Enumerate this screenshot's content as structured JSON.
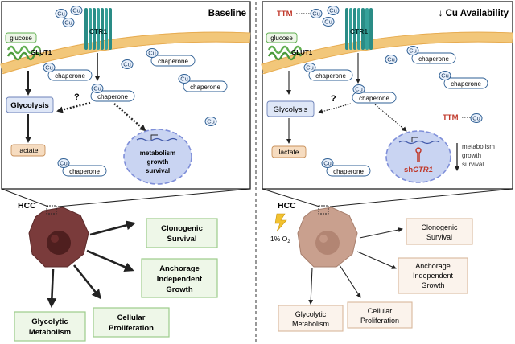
{
  "left": {
    "title": "Baseline",
    "transporter": "CTR1",
    "glut": "GLUT1",
    "glucose": "glucose",
    "cu": "Cu",
    "chaperone": "chaperone",
    "glycolysis": "Glycolysis",
    "lactate": "lactate",
    "question": "?",
    "nucleus_lines": [
      "metabolism",
      "growth",
      "survival"
    ],
    "hcc": "HCC",
    "outcomes": {
      "clonogenic": [
        "Clonogenic",
        "Survival"
      ],
      "anchorage": [
        "Anchorage",
        "Independent",
        "Growth"
      ],
      "glycolytic": [
        "Glycolytic",
        "Metabolism"
      ],
      "proliferation": [
        "Cellular",
        "Proliferation"
      ]
    }
  },
  "right": {
    "title": "↓ Cu Availability",
    "ttm": "TTM",
    "transporter": "CTR1",
    "glut": "GLUT1",
    "glucose": "glucose",
    "cu": "Cu",
    "chaperone": "chaperone",
    "glycolysis": "Glycolysis",
    "lactate": "lactate",
    "question": "?",
    "nucleus_lines": [
      "metabolism",
      "growth",
      "survival"
    ],
    "shrna_prefix": "sh",
    "shrna_gene": "CTR1",
    "hcc": "HCC",
    "o2_prefix": "1% O",
    "o2_sub": "2",
    "outcomes": {
      "clonogenic": [
        "Clonogenic",
        "Survival"
      ],
      "anchorage": [
        "Anchorage",
        "Independent",
        "Growth"
      ],
      "glycolytic": [
        "Glycolytic",
        "Metabolism"
      ],
      "proliferation": [
        "Cellular",
        "Proliferation"
      ]
    }
  },
  "colors": {
    "membrane": "#f2c77a",
    "cu_border": "#2e5f94",
    "cu_fill": "#e8f0fb",
    "glycolysis_fill": "#dfe7f7",
    "lactate_fill": "#f6dcc0",
    "nucleus_fill": "#c9d4f2",
    "nucleus_border": "#7f8fd9",
    "ttm_red": "#c0392b",
    "outcome_fill_left": "#eef7e8",
    "outcome_border_left": "#9ccc8a",
    "outcome_fill_right": "#fbf3ec",
    "outcome_border_right": "#d9b89c",
    "tumor_left": "#7a3b3b",
    "tumor_right": "#c9a08e",
    "ctr1_teal": "#2a8c86",
    "glut_green": "#5fae4f"
  }
}
